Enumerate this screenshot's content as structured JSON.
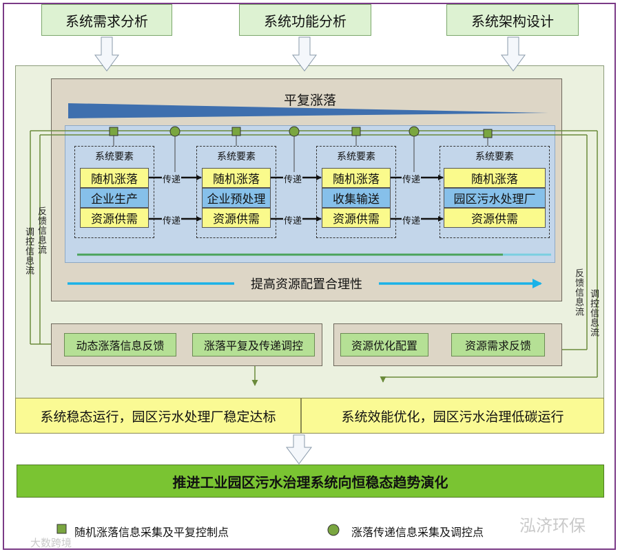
{
  "top_inputs": [
    "系统需求分析",
    "系统功能分析",
    "系统架构设计"
  ],
  "smoothing_title": "平复涨落",
  "element_boxes": [
    {
      "title": "系统要素",
      "top": "随机涨落",
      "mid": "企业生产",
      "bot": "资源供需"
    },
    {
      "title": "系统要素",
      "top": "随机涨落",
      "mid": "企业预处理",
      "bot": "资源供需"
    },
    {
      "title": "系统要素",
      "top": "随机涨落",
      "mid": "收集输送",
      "bot": "资源供需"
    },
    {
      "title": "系统要素",
      "top": "随机涨落",
      "mid": "园区污水处理厂",
      "bot": "资源供需"
    }
  ],
  "transfer_label": "传递",
  "improve_label": "提高资源配置合理性",
  "left_flows": [
    "反馈信息流",
    "调控信息流"
  ],
  "right_flows": [
    "反馈信息流",
    "调控信息流"
  ],
  "left_panel": [
    "动态涨落信息反馈",
    "涨落平复及传递调控"
  ],
  "right_panel": [
    "资源优化配置",
    "资源需求反馈"
  ],
  "outcomes": [
    "系统稳态运行，园区污水处理厂稳定达标",
    "系统效能优化，园区污水治理低碳运行"
  ],
  "final_goal": "推进工业园区污水治理系统向恒稳态趋势演化",
  "legend": [
    {
      "shape": "square",
      "label": "随机涨落信息采集及平复控制点"
    },
    {
      "shape": "circle",
      "label": "涨落传递信息采集及调控点"
    }
  ],
  "watermarks": [
    "泓济环保",
    "大数跨境"
  ],
  "colors": {
    "square_marker": "#7aa640",
    "circle_marker": "#7aa640",
    "arrow_blue": "#1ab2e8",
    "frame": "#7a3a86"
  }
}
